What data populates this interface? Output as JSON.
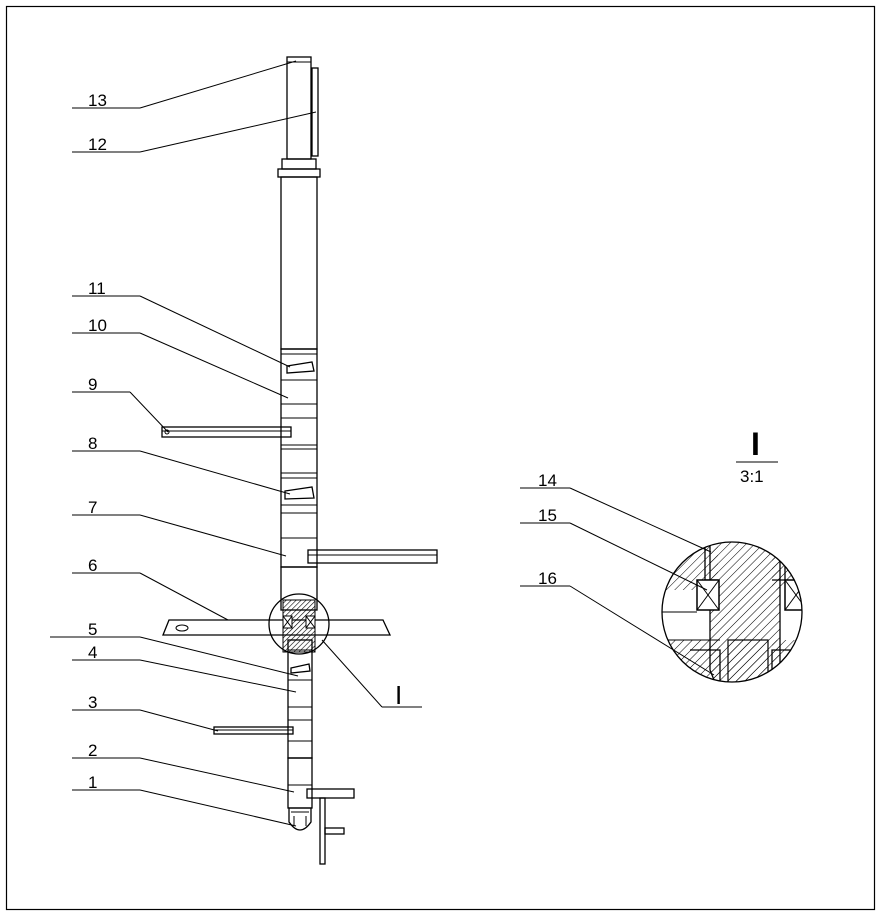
{
  "drawing": {
    "part_labels": [
      "1",
      "2",
      "3",
      "4",
      "5",
      "6",
      "7",
      "8",
      "9",
      "10",
      "11",
      "12",
      "13",
      "14",
      "15",
      "16"
    ],
    "detail_label": "I",
    "detail_title": "I",
    "detail_scale": "3:1"
  }
}
